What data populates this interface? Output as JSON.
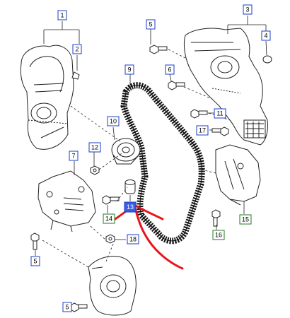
{
  "diagram": {
    "callouts": [
      {
        "id": "c1",
        "text": "1",
        "style": "blue"
      },
      {
        "id": "c2",
        "text": "2",
        "style": "blue"
      },
      {
        "id": "c3",
        "text": "3",
        "style": "blue"
      },
      {
        "id": "c4",
        "text": "4",
        "style": "blue"
      },
      {
        "id": "c5a",
        "text": "5",
        "style": "blue"
      },
      {
        "id": "c6",
        "text": "6",
        "style": "blue"
      },
      {
        "id": "c7",
        "text": "7",
        "style": "blue"
      },
      {
        "id": "c9",
        "text": "9",
        "style": "blue"
      },
      {
        "id": "c10",
        "text": "10",
        "style": "blue"
      },
      {
        "id": "c11",
        "text": "11",
        "style": "blue"
      },
      {
        "id": "c12",
        "text": "12",
        "style": "blue"
      },
      {
        "id": "c13",
        "text": "13",
        "style": "highlight"
      },
      {
        "id": "c14",
        "text": "14",
        "style": "green"
      },
      {
        "id": "c15",
        "text": "15",
        "style": "green"
      },
      {
        "id": "c16",
        "text": "16",
        "style": "green"
      },
      {
        "id": "c17",
        "text": "17",
        "style": "blue"
      },
      {
        "id": "c18",
        "text": "18",
        "style": "blue"
      },
      {
        "id": "c5b",
        "text": "5",
        "style": "blue"
      },
      {
        "id": "c5c",
        "text": "5",
        "style": "blue"
      }
    ],
    "colors": {
      "blue_border": "#1a3cc8",
      "green_border": "#1f7a1f",
      "highlight_fill": "#3a5ce0",
      "highlight_text": "#ffffff",
      "annotation_red": "#e8141c",
      "line": "#222222"
    }
  }
}
